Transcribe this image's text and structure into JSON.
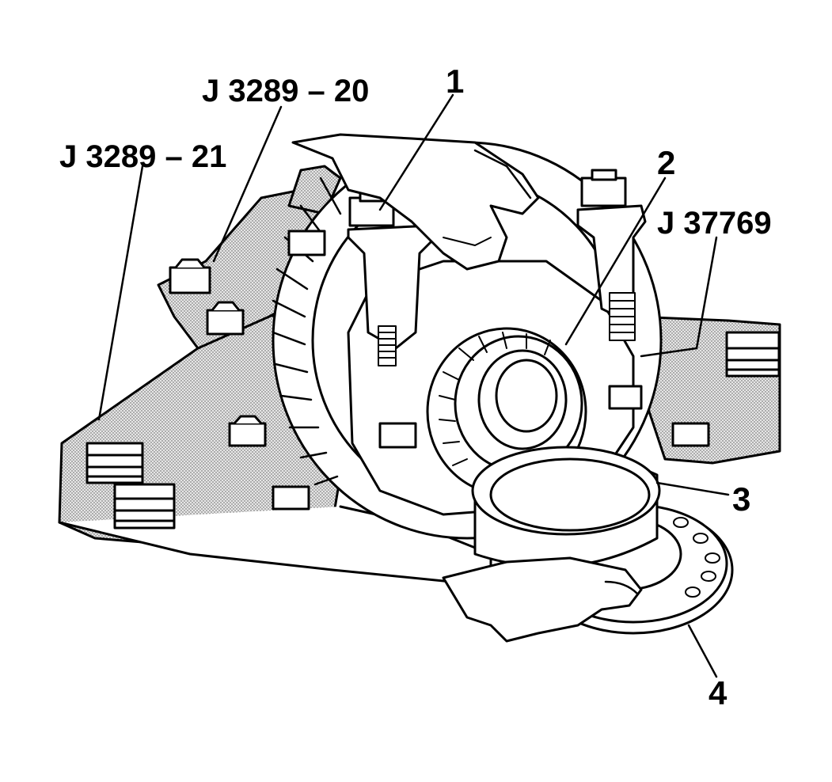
{
  "callouts": {
    "tool_j3289_20": "J 3289 – 20",
    "tool_j3289_21": "J 3289 – 21",
    "tool_j37769": "J 37769",
    "item_1": "1",
    "item_2": "2",
    "item_3": "3",
    "item_4": "4"
  },
  "colors": {
    "ink": "#000000",
    "stipple_fill": "#d9d9d9",
    "paper": "#ffffff"
  }
}
